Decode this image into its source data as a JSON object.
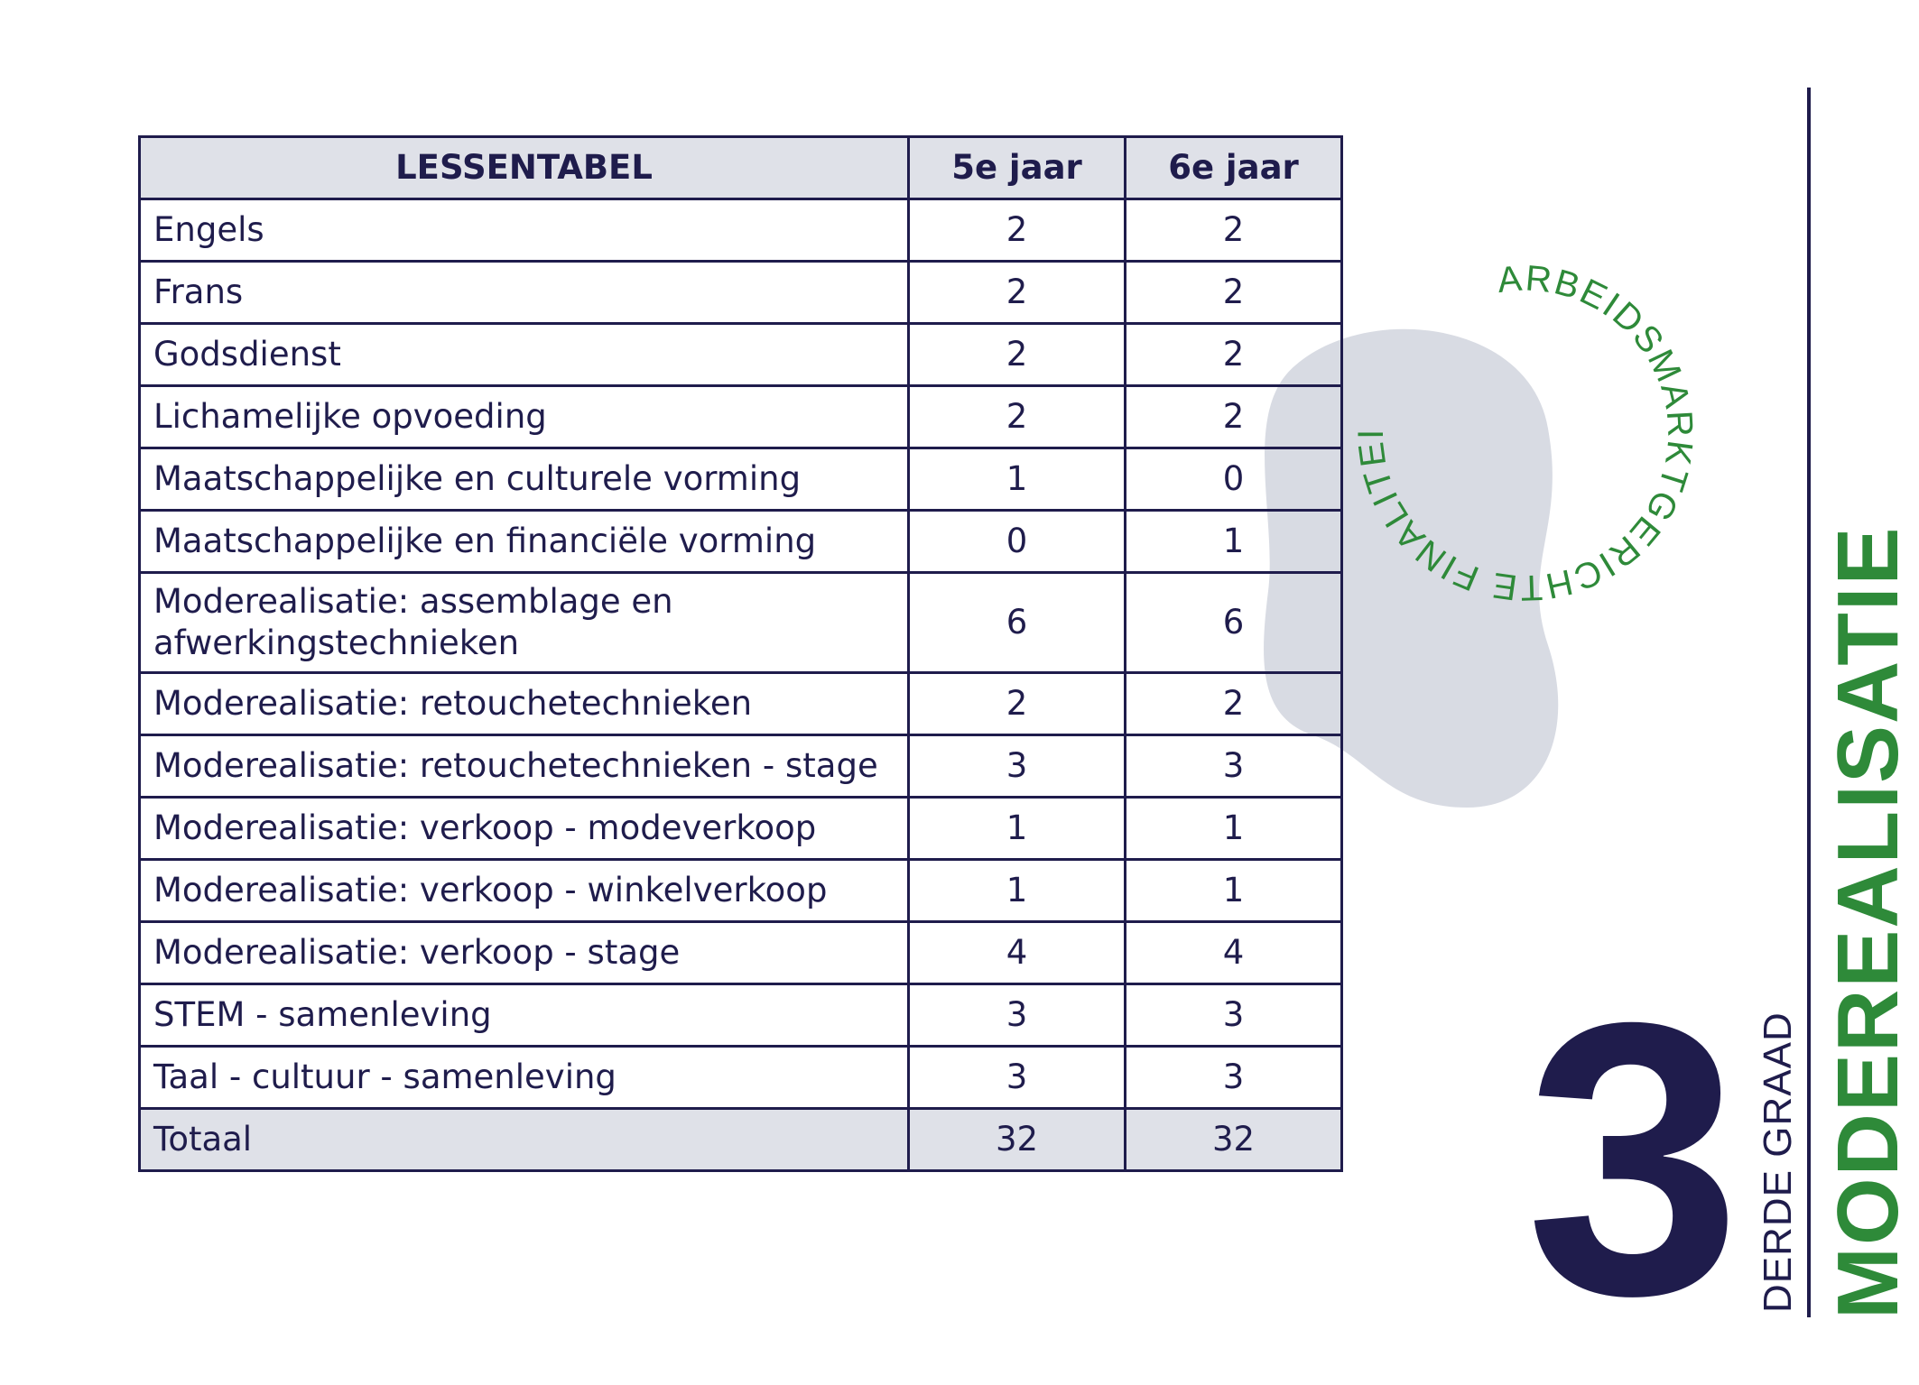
{
  "table": {
    "headers": [
      "LESSENTABEL",
      "5e jaar",
      "6e jaar"
    ],
    "rows": [
      {
        "subject": "Engels",
        "year5": "2",
        "year6": "2"
      },
      {
        "subject": "Frans",
        "year5": "2",
        "year6": "2"
      },
      {
        "subject": "Godsdienst",
        "year5": "2",
        "year6": "2"
      },
      {
        "subject": "Lichamelijke opvoeding",
        "year5": "2",
        "year6": "2"
      },
      {
        "subject": "Maatschappelijke en culturele vorming",
        "year5": "1",
        "year6": "0"
      },
      {
        "subject": "Maatschappelijke en financiële vorming",
        "year5": "0",
        "year6": "1"
      },
      {
        "subject": "Moderealisatie: assemblage en afwerkingstechnieken",
        "year5": "6",
        "year6": "6"
      },
      {
        "subject": "Moderealisatie: retouchetechnieken",
        "year5": "2",
        "year6": "2"
      },
      {
        "subject": "Moderealisatie: retouchetechnieken - stage",
        "year5": "3",
        "year6": "3"
      },
      {
        "subject": "Moderealisatie: verkoop - modeverkoop",
        "year5": "1",
        "year6": "1"
      },
      {
        "subject": "Moderealisatie: verkoop - winkelverkoop",
        "year5": "1",
        "year6": "1"
      },
      {
        "subject": "Moderealisatie: verkoop - stage",
        "year5": "4",
        "year6": "4"
      },
      {
        "subject": "STEM - samenleving",
        "year5": "3",
        "year6": "3"
      },
      {
        "subject": "Taal - cultuur - samenleving",
        "year5": "3",
        "year6": "3"
      }
    ],
    "total": {
      "subject": "Totaal",
      "year5": "32",
      "year6": "32"
    }
  },
  "badge": {
    "text": "ARBEIDSMARKTGERICHTE FINALITEIT",
    "color": "#2e8a39"
  },
  "grade": {
    "number": "3",
    "label": "DERDE GRAAD"
  },
  "track": {
    "title": "MODEREALISATIE"
  },
  "colors": {
    "navy": "#1f1c4c",
    "green": "#2e8a39",
    "grey": "#dfe1e8",
    "blob": "#d8dbe3"
  }
}
